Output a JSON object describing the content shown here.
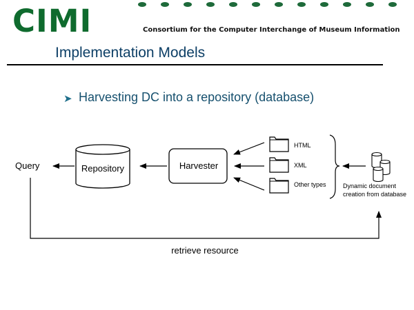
{
  "header": {
    "logo_text": "CIMI",
    "consortium_text": "Consortium for the Computer Interchange of Museum Information"
  },
  "slide": {
    "title": "Implementation Models",
    "bullet": "Harvesting DC into a repository (database)"
  },
  "diagram": {
    "query": "Query",
    "repository": "Repository",
    "harvester": "Harvester",
    "doc_types": [
      "HTML",
      "XML",
      "Other types"
    ],
    "dynamic_line1": "Dynamic document",
    "dynamic_line2": "creation from database",
    "retrieve": "retrieve resource"
  }
}
